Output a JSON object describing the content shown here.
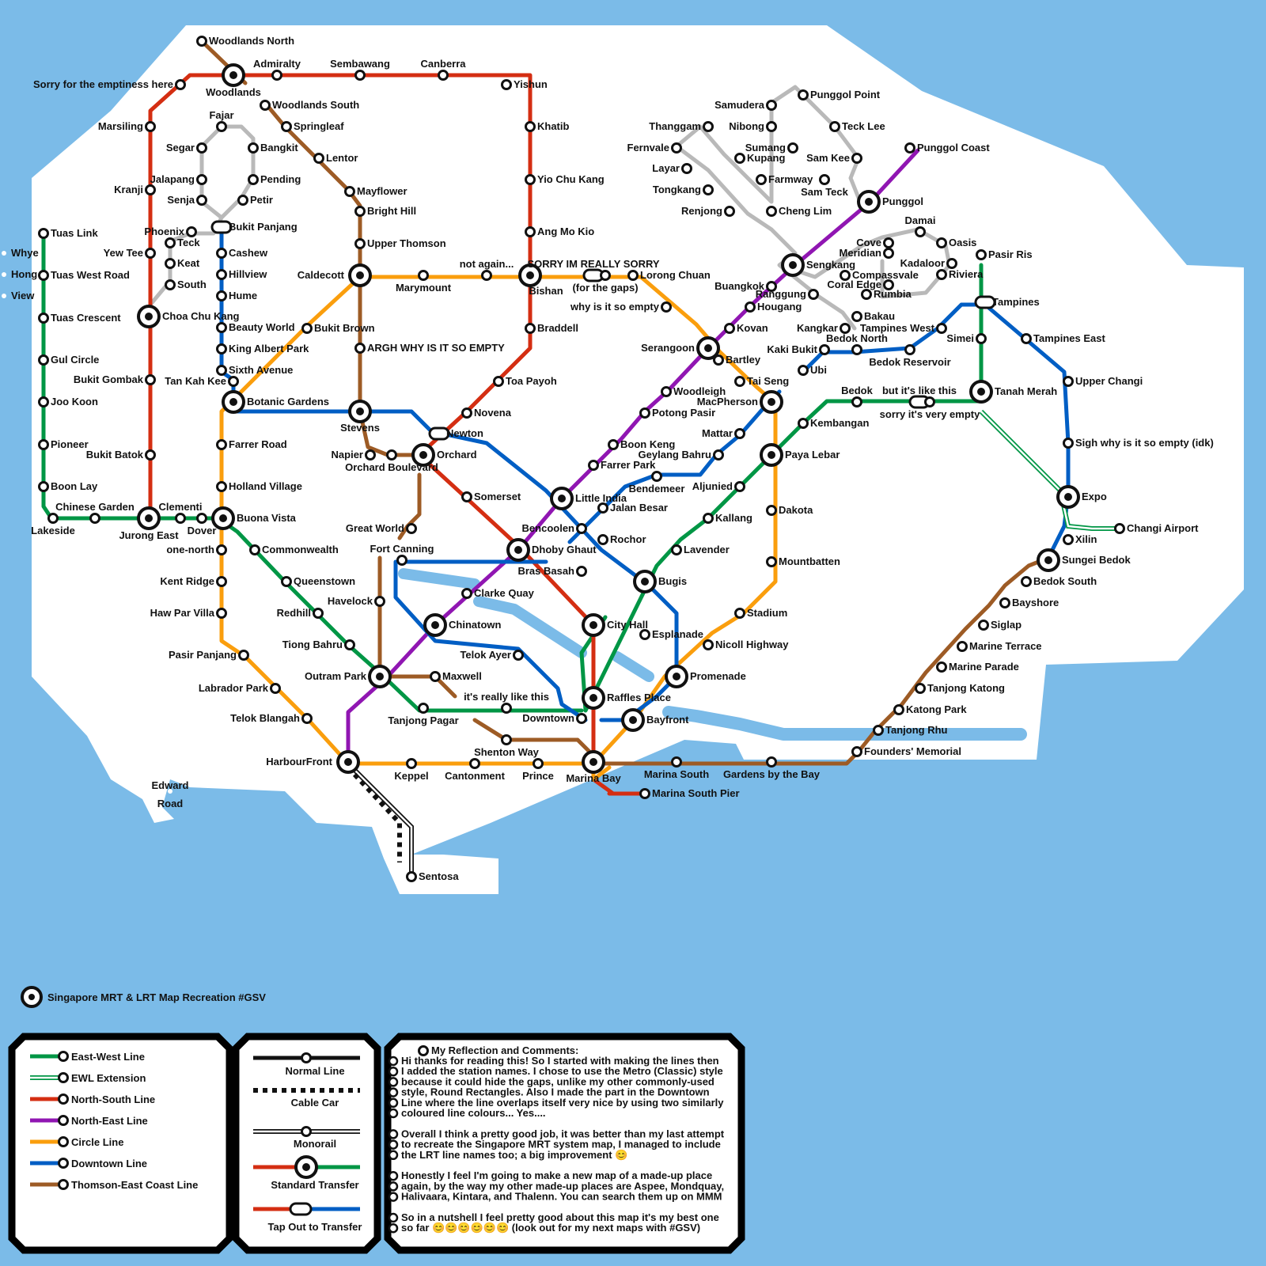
{
  "colors": {
    "sea": "#7bbbe8",
    "land": "#ffffff",
    "ewl": "#009645",
    "nsl": "#d42e12",
    "nel": "#9016b2",
    "ccl": "#fa9e0d",
    "dtl": "#005ec4",
    "tel": "#9d5b25",
    "lrt": "#b9b9b9",
    "water": "#7bbbe8"
  },
  "title": "Singapore MRT & LRT Map Recreation #GSV",
  "icons": [
    "interchange-icon",
    "station-icon",
    "tap-out-capsule-icon"
  ],
  "stations": [
    {
      "id": "woodlands_north",
      "label": "Woodlands North"
    },
    {
      "id": "woodlands",
      "label": "Woodlands"
    },
    {
      "id": "admiralty",
      "label": "Admiralty"
    },
    {
      "id": "sembawang",
      "label": "Sembawang"
    },
    {
      "id": "canberra",
      "label": "Canberra"
    },
    {
      "id": "yishun",
      "label": "Yishun"
    },
    {
      "id": "sorry_empty",
      "label": "Sorry for the emptiness here"
    },
    {
      "id": "marsiling",
      "label": "Marsiling"
    },
    {
      "id": "kranji",
      "label": "Kranji"
    },
    {
      "id": "yew_tee",
      "label": "Yew Tee"
    },
    {
      "id": "choa_chu_kang",
      "label": "Choa Chu Kang"
    },
    {
      "id": "bukit_gombak",
      "label": "Bukit Gombak"
    },
    {
      "id": "bukit_batok",
      "label": "Bukit Batok"
    },
    {
      "id": "jurong_east",
      "label": "Jurong East"
    },
    {
      "id": "woodlands_south",
      "label": "Woodlands South"
    },
    {
      "id": "springleaf",
      "label": "Springleaf"
    },
    {
      "id": "lentor",
      "label": "Lentor"
    },
    {
      "id": "mayflower",
      "label": "Mayflower"
    },
    {
      "id": "bright_hill",
      "label": "Bright Hill"
    },
    {
      "id": "upper_thomson",
      "label": "Upper Thomson"
    },
    {
      "id": "caldecott",
      "label": "Caldecott"
    },
    {
      "id": "argh",
      "label": "ARGH WHY IS IT SO EMPTY"
    },
    {
      "id": "stevens",
      "label": "Stevens"
    },
    {
      "id": "napier",
      "label": "Napier"
    },
    {
      "id": "orchard_boulevard",
      "label": "Orchard Boulevard"
    },
    {
      "id": "orchard",
      "label": "Orchard"
    },
    {
      "id": "great_world",
      "label": "Great World"
    },
    {
      "id": "havelock",
      "label": "Havelock"
    },
    {
      "id": "outram_park",
      "label": "Outram Park"
    },
    {
      "id": "maxwell",
      "label": "Maxwell"
    },
    {
      "id": "shenton_way",
      "label": "Shenton Way"
    },
    {
      "id": "marina_bay",
      "label": "Marina Bay"
    },
    {
      "id": "marina_south",
      "label": "Marina South"
    },
    {
      "id": "gardens_bay",
      "label": "Gardens by the Bay"
    },
    {
      "id": "founders",
      "label": "Founders' Memorial"
    },
    {
      "id": "tanjong_rhu",
      "label": "Tanjong Rhu"
    },
    {
      "id": "katong_park",
      "label": "Katong Park"
    },
    {
      "id": "tanjong_katong",
      "label": "Tanjong Katong"
    },
    {
      "id": "marine_parade",
      "label": "Marine Parade"
    },
    {
      "id": "marine_terrace",
      "label": "Marine Terrace"
    },
    {
      "id": "siglap",
      "label": "Siglap"
    },
    {
      "id": "bayshore",
      "label": "Bayshore"
    },
    {
      "id": "bedok_south",
      "label": "Bedok South"
    },
    {
      "id": "sungei_bedok",
      "label": "Sungei Bedok"
    },
    {
      "id": "khatib",
      "label": "Khatib"
    },
    {
      "id": "yio_chu_kang",
      "label": "Yio Chu Kang"
    },
    {
      "id": "ang_mo_kio",
      "label": "Ang Mo Kio"
    },
    {
      "id": "bishan",
      "label": "Bishan"
    },
    {
      "id": "braddell",
      "label": "Braddell"
    },
    {
      "id": "toa_payoh",
      "label": "Toa Payoh"
    },
    {
      "id": "novena",
      "label": "Novena"
    },
    {
      "id": "newton",
      "label": "Newton"
    },
    {
      "id": "somerset",
      "label": "Somerset"
    },
    {
      "id": "dhoby_ghaut",
      "label": "Dhoby Ghaut"
    },
    {
      "id": "city_hall",
      "label": "City Hall"
    },
    {
      "id": "raffles_place",
      "label": "Raffles Place"
    },
    {
      "id": "marina_south_pier",
      "label": "Marina South Pier"
    },
    {
      "id": "tuas_link",
      "label": "Tuas Link"
    },
    {
      "id": "tuas_west",
      "label": "Tuas West Road"
    },
    {
      "id": "tuas_crescent",
      "label": "Tuas Crescent"
    },
    {
      "id": "gul_circle",
      "label": "Gul Circle"
    },
    {
      "id": "joo_koon",
      "label": "Joo Koon"
    },
    {
      "id": "pioneer",
      "label": "Pioneer"
    },
    {
      "id": "boon_lay",
      "label": "Boon Lay"
    },
    {
      "id": "lakeside",
      "label": "Lakeside"
    },
    {
      "id": "chinese_garden",
      "label": "Chinese Garden"
    },
    {
      "id": "clementi",
      "label": "Clementi"
    },
    {
      "id": "dover",
      "label": "Dover"
    },
    {
      "id": "buona_vista",
      "label": "Buona Vista"
    },
    {
      "id": "commonwealth",
      "label": "Commonwealth"
    },
    {
      "id": "queenstown",
      "label": "Queenstown"
    },
    {
      "id": "redhill",
      "label": "Redhill"
    },
    {
      "id": "tiong_bahru",
      "label": "Tiong Bahru"
    },
    {
      "id": "tanjong_pagar",
      "label": "Tanjong Pagar"
    },
    {
      "id": "really_like",
      "label": "it's really like this"
    },
    {
      "id": "bugis",
      "label": "Bugis"
    },
    {
      "id": "lavender",
      "label": "Lavender"
    },
    {
      "id": "kallang",
      "label": "Kallang"
    },
    {
      "id": "aljunied",
      "label": "Aljunied"
    },
    {
      "id": "paya_lebar",
      "label": "Paya Lebar"
    },
    {
      "id": "eunos",
      "label": "Kembangan"
    },
    {
      "id": "bedok",
      "label": "Bedok"
    },
    {
      "id": "but_like",
      "label": "but it's like this"
    },
    {
      "id": "sorry_very",
      "label": "sorry it's very empty"
    },
    {
      "id": "tanah_merah",
      "label": "Tanah Merah"
    },
    {
      "id": "simei",
      "label": "Simei"
    },
    {
      "id": "tampines",
      "label": "Tampines"
    },
    {
      "id": "pasir_ris",
      "label": "Pasir Ris"
    },
    {
      "id": "expo",
      "label": "Expo"
    },
    {
      "id": "changi_airport",
      "label": "Changi Airport"
    },
    {
      "id": "harbourfront",
      "label": "HarbourFront"
    },
    {
      "id": "chinatown",
      "label": "Chinatown"
    },
    {
      "id": "clarke_quay",
      "label": "Clarke Quay"
    },
    {
      "id": "little_india",
      "label": "Little India"
    },
    {
      "id": "farrer_park",
      "label": "Farrer Park"
    },
    {
      "id": "boon_keng",
      "label": "Boon Keng"
    },
    {
      "id": "potong_pasir",
      "label": "Potong Pasir"
    },
    {
      "id": "woodleigh",
      "label": "Woodleigh"
    },
    {
      "id": "serangoon",
      "label": "Serangoon"
    },
    {
      "id": "kovan",
      "label": "Kovan"
    },
    {
      "id": "hougang",
      "label": "Hougang"
    },
    {
      "id": "buangkok",
      "label": "Buangkok"
    },
    {
      "id": "sengkang",
      "label": "Sengkang"
    },
    {
      "id": "punggol",
      "label": "Punggol"
    },
    {
      "id": "punggol_coast",
      "label": "Punggol Coast"
    },
    {
      "id": "keppel",
      "label": "Keppel"
    },
    {
      "id": "cantonment",
      "label": "Cantonment"
    },
    {
      "id": "prince",
      "label": "Prince"
    },
    {
      "id": "bayfront",
      "label": "Bayfront"
    },
    {
      "id": "promenade",
      "label": "Promenade"
    },
    {
      "id": "nicoll",
      "label": "Nicoll Highway"
    },
    {
      "id": "stadium",
      "label": "Stadium"
    },
    {
      "id": "mountbatten",
      "label": "Mountbatten"
    },
    {
      "id": "dakota",
      "label": "Dakota"
    },
    {
      "id": "macpherson",
      "label": "MacPherson"
    },
    {
      "id": "tai_seng",
      "label": "Tai Seng"
    },
    {
      "id": "bartley",
      "label": "Bartley"
    },
    {
      "id": "lorong_chuan",
      "label": "Lorong Chuan"
    },
    {
      "id": "why_empty",
      "label": "why is it so empty"
    },
    {
      "id": "not_again",
      "label": "not again..."
    },
    {
      "id": "marymount",
      "label": "Marymount"
    },
    {
      "id": "botanic",
      "label": "Botanic Gardens"
    },
    {
      "id": "farrer_road",
      "label": "Farrer Road"
    },
    {
      "id": "holland",
      "label": "Holland Village"
    },
    {
      "id": "one_north",
      "label": "one-north"
    },
    {
      "id": "kent_ridge",
      "label": "Kent Ridge"
    },
    {
      "id": "haw_par",
      "label": "Haw Par Villa"
    },
    {
      "id": "pasir_panjang",
      "label": "Pasir Panjang"
    },
    {
      "id": "labrador",
      "label": "Labrador Park"
    },
    {
      "id": "telok_blangah",
      "label": "Telok Blangah"
    },
    {
      "id": "esplanade",
      "label": "Esplanade"
    },
    {
      "id": "bras_basah",
      "label": "Bras Basah"
    },
    {
      "id": "sorry_im",
      "label": "SORRY IM REALLY SORRY"
    },
    {
      "id": "for_gaps",
      "label": "(for the gaps)"
    },
    {
      "id": "bukit_panjang",
      "label": "Bukit Panjang"
    },
    {
      "id": "cashew",
      "label": "Cashew"
    },
    {
      "id": "hillview",
      "label": "Hillview"
    },
    {
      "id": "hume",
      "label": "Hume"
    },
    {
      "id": "beauty_world",
      "label": "Beauty World"
    },
    {
      "id": "king_albert",
      "label": "King Albert Park"
    },
    {
      "id": "sixth_avenue",
      "label": "Sixth Avenue"
    },
    {
      "id": "tan_kah_kee",
      "label": "Tan Kah Kee"
    },
    {
      "id": "bukit_brown",
      "label": "Bukit Brown"
    },
    {
      "id": "rochor",
      "label": "Rochor"
    },
    {
      "id": "jalan_besar",
      "label": "Jalan Besar"
    },
    {
      "id": "bencoolen",
      "label": "Bencoolen"
    },
    {
      "id": "fort_canning",
      "label": "Fort Canning"
    },
    {
      "id": "telok_ayer",
      "label": "Telok Ayer"
    },
    {
      "id": "downtown",
      "label": "Downtown"
    },
    {
      "id": "bendemeer",
      "label": "Bendemeer"
    },
    {
      "id": "geylang_bahru",
      "label": "Geylang Bahru"
    },
    {
      "id": "mattar",
      "label": "Mattar"
    },
    {
      "id": "ubi",
      "label": "Ubi"
    },
    {
      "id": "kaki_bukit",
      "label": "Kaki Bukit"
    },
    {
      "id": "bedok_north",
      "label": "Bedok North"
    },
    {
      "id": "bedok_reservoir",
      "label": "Bedok Reservoir"
    },
    {
      "id": "tampines_west",
      "label": "Tampines West"
    },
    {
      "id": "tampines_east",
      "label": "Tampines East"
    },
    {
      "id": "upper_changi",
      "label": "Upper Changi"
    },
    {
      "id": "sigh",
      "label": "Sigh why is it so empty (idk)"
    },
    {
      "id": "xilin",
      "label": "Xilin"
    },
    {
      "id": "sentosa",
      "label": "Sentosa"
    },
    {
      "id": "fajar",
      "label": "Fajar"
    },
    {
      "id": "segar",
      "label": "Segar"
    },
    {
      "id": "bangkit",
      "label": "Bangkit"
    },
    {
      "id": "jelapang",
      "label": "Jalapang"
    },
    {
      "id": "pending",
      "label": "Pending"
    },
    {
      "id": "senja",
      "label": "Senja"
    },
    {
      "id": "petir",
      "label": "Petir"
    },
    {
      "id": "phoenix",
      "label": "Phoenix"
    },
    {
      "id": "teck_whye",
      "label": "Teck"
    },
    {
      "id": "keat_hong",
      "label": "Keat"
    },
    {
      "id": "south_view",
      "label": "South"
    },
    {
      "id": "samudera",
      "label": "Samudera"
    },
    {
      "id": "punggol_point",
      "label": "Punggol Point"
    },
    {
      "id": "thanggam",
      "label": "Thanggam"
    },
    {
      "id": "nibong",
      "label": "Nibong"
    },
    {
      "id": "teck_lee",
      "label": "Teck Lee"
    },
    {
      "id": "fernvale",
      "label": "Fernvale"
    },
    {
      "id": "sumang",
      "label": "Sumang"
    },
    {
      "id": "kupang",
      "label": "Kupang"
    },
    {
      "id": "sam_kee",
      "label": "Sam Kee"
    },
    {
      "id": "layar",
      "label": "Layar"
    },
    {
      "id": "farmway",
      "label": "Farmway"
    },
    {
      "id": "tongkang",
      "label": "Tongkang"
    },
    {
      "id": "sam_teck",
      "label": "Sam Teck"
    },
    {
      "id": "renjong",
      "label": "Renjong"
    },
    {
      "id": "cheng_lim",
      "label": "Cheng Lim"
    },
    {
      "id": "damai",
      "label": "Damai"
    },
    {
      "id": "cove",
      "label": "Cove"
    },
    {
      "id": "oasis",
      "label": "Oasis"
    },
    {
      "id": "meridian",
      "label": "Meridian"
    },
    {
      "id": "kadaloor",
      "label": "Kadaloor"
    },
    {
      "id": "compassvale",
      "label": "Compassvale"
    },
    {
      "id": "riviera",
      "label": "Riviera"
    },
    {
      "id": "coral_edge",
      "label": "Coral Edge"
    },
    {
      "id": "rumbia",
      "label": "Rumbia"
    },
    {
      "id": "ranggung",
      "label": "Ranggung"
    },
    {
      "id": "bakau",
      "label": "Bakau"
    },
    {
      "id": "kangkar",
      "label": "Kangkar"
    },
    {
      "id": "whye",
      "label": "Whye"
    },
    {
      "id": "hong",
      "label": "Hong"
    },
    {
      "id": "view",
      "label": "View"
    },
    {
      "id": "edward",
      "label": "Edward"
    },
    {
      "id": "road",
      "label": "Road"
    }
  ],
  "legend": {
    "lines": [
      {
        "label": "East-West Line",
        "color": "#009645",
        "style": "solid"
      },
      {
        "label": "EWL Extension",
        "color": "#009645",
        "style": "double"
      },
      {
        "label": "North-South Line",
        "color": "#d42e12",
        "style": "solid"
      },
      {
        "label": "North-East Line",
        "color": "#9016b2",
        "style": "solid"
      },
      {
        "label": "Circle Line",
        "color": "#fa9e0d",
        "style": "solid"
      },
      {
        "label": "Downtown Line",
        "color": "#005ec4",
        "style": "solid"
      },
      {
        "label": "Thomson-East Coast Line",
        "color": "#9d5b25",
        "style": "solid"
      }
    ],
    "types": [
      {
        "label": "Normal Line"
      },
      {
        "label": "Cable Car"
      },
      {
        "label": "Monorail"
      },
      {
        "label": "Standard Transfer"
      },
      {
        "label": "Tap Out to Transfer"
      }
    ]
  },
  "notes": {
    "heading": "My Reflection and Comments:",
    "lines": [
      "Hi thanks for reading this! So I started with making the lines then",
      "I added the station names. I chose to use the Metro (Classic) style",
      "because it could hide the gaps, unlike my other commonly-used",
      "style, Round Rectangles. Also I made the part in the Downtown",
      "Line where the line overlaps itself very nice by using two similarly",
      "coloured line colours... Yes....",
      "",
      "Overall I think a pretty good job, it was better than my last attempt",
      "to recreate the Singapore MRT system map, I managed to include",
      "the LRT line names too; a big improvement 😊",
      "",
      "Honestly I feel I'm going to make a new map of a made-up place",
      "again, by the way my other made-up places are Aspee, Mondquay,",
      "Halivaara, Kintara, and Thalenn. You can search them up on MMM",
      "",
      "So in a nutshell I feel pretty good about this map it's my best one",
      "so far 😊😊😊😊😊😊 (look out for my next maps with #GSV)"
    ]
  }
}
